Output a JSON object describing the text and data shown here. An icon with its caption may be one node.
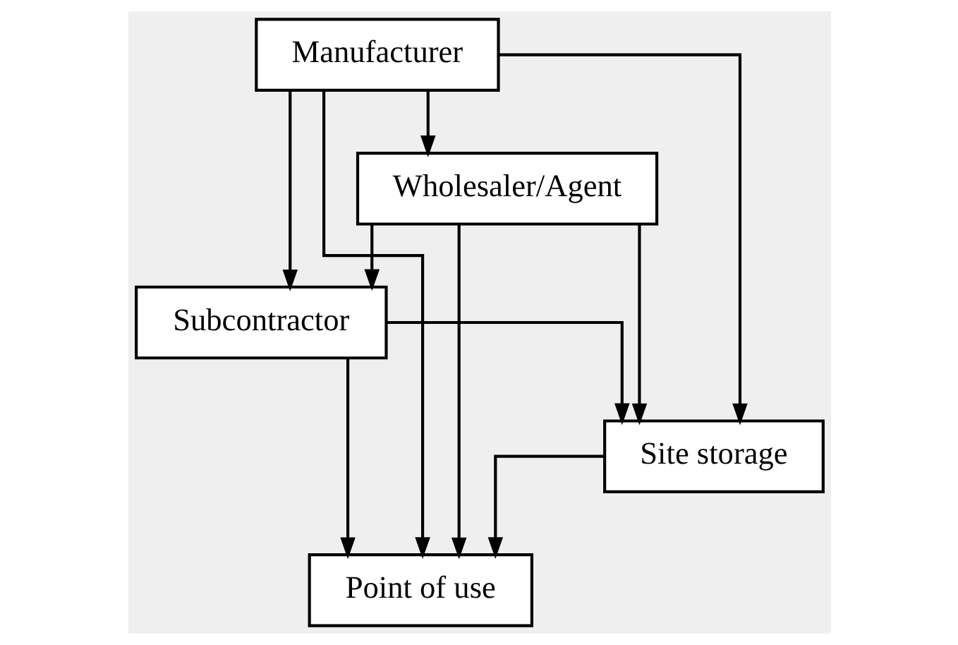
{
  "diagram": {
    "nodes": [
      {
        "text": [
          "Manufacturer"
        ]
      },
      {
        "text": [
          "Wholesaler/Agent"
        ]
      },
      {
        "text": [
          "Subcontractor"
        ]
      },
      {
        "text": [
          "Site storage"
        ]
      },
      {
        "text": [
          "Point of use"
        ]
      }
    ],
    "edges": [
      {
        "from": 0,
        "to": 3,
        "arrow": "to"
      },
      {
        "from": 0,
        "to": 1,
        "arrow": "to"
      },
      {
        "from": 0,
        "to": 2,
        "arrow": "to"
      },
      {
        "from": 0,
        "to": 4,
        "arrow": "to"
      },
      {
        "from": 1,
        "to": 3,
        "arrow": "to"
      },
      {
        "from": 1,
        "to": 2,
        "arrow": "to"
      },
      {
        "from": 1,
        "to": 4,
        "arrow": "to"
      },
      {
        "from": 2,
        "to": 3,
        "arrow": "to"
      },
      {
        "from": 2,
        "to": 4,
        "arrow": "to"
      },
      {
        "from": 3,
        "to": 4,
        "arrow": "to"
      }
    ]
  }
}
